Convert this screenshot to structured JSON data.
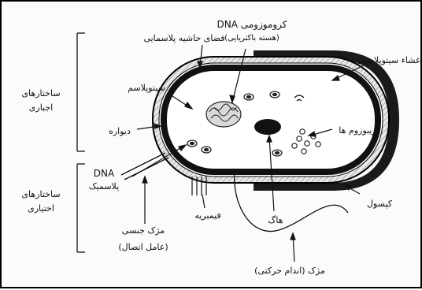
{
  "diagram": {
    "labels": {
      "dna_chromosome_line1": "DNA کروموزومی",
      "dna_chromosome_line2": "(هسته باکتریایی)",
      "periplasmic_space": "فضای حاشیه پلاسمایی",
      "cytoplasmic_membrane": "غشاء سیتوپلاسمی",
      "cytoplasm": "سیتوپلاسم",
      "cell_wall": "دیواره",
      "ribosomes": "ریبوزوم ها",
      "plasmid_dna": "DNA",
      "plasmid": "پلاسمیک",
      "capsule": "کپسول",
      "fimbria": "فیمبریه",
      "inclusion": "هاگ",
      "sex_pilus_line1": "مژک جنسی",
      "sex_pilus_line2": "(عامل اتصال)",
      "flagellum": "مژک (اندام حرکتی)",
      "essential_structures_line1": "ساختارهای",
      "essential_structures_line2": "اجباری",
      "optional_structures_line1": "ساختارهای",
      "optional_structures_line2": "اختیاری"
    }
  }
}
